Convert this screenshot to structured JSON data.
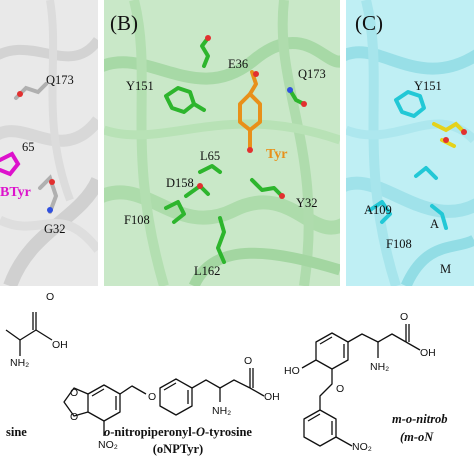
{
  "panels": {
    "a": {
      "residues": [
        "Q173",
        "65",
        "G32"
      ],
      "ligand": "BTyr"
    },
    "b": {
      "tag": "(B)",
      "residues": [
        "E36",
        "Y151",
        "Q173",
        "L65",
        "D158",
        "Y32",
        "F108",
        "L162"
      ],
      "ligand": "Tyr"
    },
    "c": {
      "tag": "(C)",
      "residues": [
        "Y151",
        "A109",
        "A",
        "F108",
        "M"
      ]
    }
  },
  "structures": {
    "left": {
      "nh2": "NH₂",
      "o": "O",
      "oh": "OH",
      "caption": "sine"
    },
    "middle": {
      "nh2": "NH₂",
      "o": "O",
      "oh": "OH",
      "no2": "NO₂",
      "caption_prefix": "o",
      "caption_rest": "-nitropiperonyl-",
      "caption_mid": "O",
      "caption_end": "-tyrosine",
      "abbrev": "(oNPTyr)"
    },
    "right": {
      "nh2": "NH₂",
      "o": "O",
      "oh": "OH",
      "ho": "HO",
      "no2": "NO₂",
      "caption_line1": "m-o-nitrob",
      "caption_line2": "(m-oN"
    }
  },
  "colors": {
    "panel_a_bg": "#e9e9e9",
    "panel_b_bg": "#c9e8c8",
    "panel_c_bg": "#bfeff4",
    "tyr_orange": "#e8901a",
    "ligand_magenta": "#dd11cc",
    "residue_green": "#2db52d",
    "residue_cyan": "#22c8d6"
  }
}
